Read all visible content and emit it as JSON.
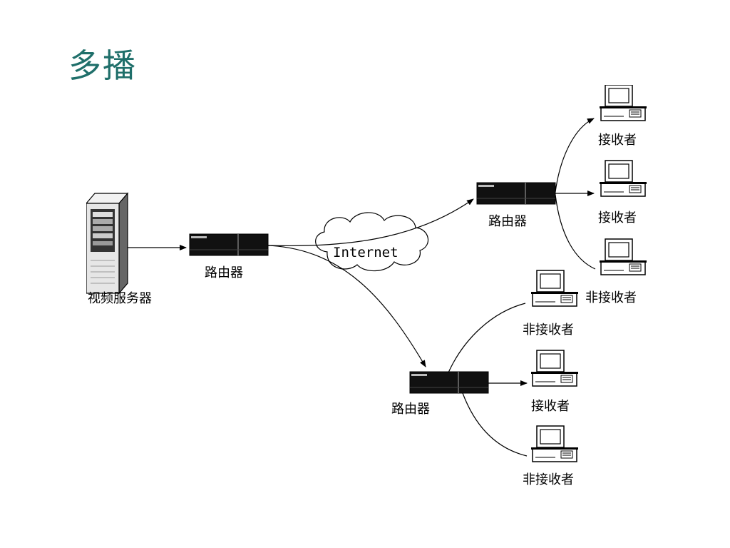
{
  "title": "多播",
  "colors": {
    "title": "#1f6f6a",
    "line": "#000000"
  },
  "nodes": {
    "server": {
      "label": "视频服务器",
      "icon": "server-tower-icon"
    },
    "router_main": {
      "label": "路由器",
      "icon": "router-icon"
    },
    "cloud": {
      "label": "Internet",
      "icon": "cloud-icon"
    },
    "router_upper": {
      "label": "路由器",
      "icon": "router-icon"
    },
    "router_lower": {
      "label": "路由器",
      "icon": "router-icon"
    },
    "upper_receivers": [
      {
        "label": "接收者",
        "icon": "computer-icon"
      },
      {
        "label": "接收者",
        "icon": "computer-icon"
      },
      {
        "label": "非接收者",
        "icon": "computer-icon"
      }
    ],
    "lower_receivers": [
      {
        "label": "非接收者",
        "icon": "computer-icon"
      },
      {
        "label": "接收者",
        "icon": "computer-icon"
      },
      {
        "label": "非接收者",
        "icon": "computer-icon"
      }
    ]
  }
}
